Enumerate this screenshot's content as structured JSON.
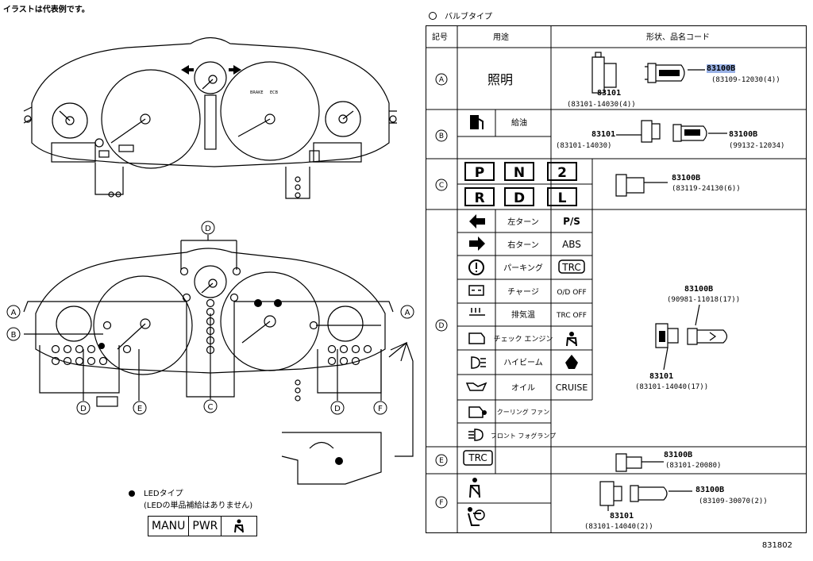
{
  "note": "イラストは代表例です。",
  "bulb_type": "バルブタイプ",
  "table": {
    "headers": {
      "mark": "記号",
      "use": "用途",
      "shape": "形状、品名コード"
    },
    "rows": {
      "A": {
        "label": "A",
        "use": "照明",
        "parts": [
          {
            "code": "83101",
            "sub": "(83101-14030(4))"
          },
          {
            "code": "83100B",
            "sub": "(83109-12030(4))"
          }
        ]
      },
      "B": {
        "label": "B",
        "use": "給油",
        "parts": [
          {
            "code": "83101",
            "sub": "(83101-14030)"
          },
          {
            "code": "83100B",
            "sub": "(99132-12034)"
          }
        ]
      },
      "C": {
        "label": "C",
        "letters": [
          "P",
          "N",
          "2",
          "R",
          "D",
          "L"
        ],
        "parts": [
          {
            "code": "83100B",
            "sub": "(83119-24130(6))"
          }
        ]
      },
      "D": {
        "label": "D",
        "left_uses": [
          "左ターン",
          "右ターン",
          "パーキング",
          "チャージ",
          "排気温",
          "チェック エンジン",
          "ハイビーム",
          "オイル",
          "クーリング ファン",
          "フロント フォグランプ"
        ],
        "right_labels": [
          "P/S",
          "ABS",
          "TRC",
          "O/D OFF",
          "TRC OFF",
          "",
          "",
          "CRUISE"
        ],
        "parts": [
          {
            "code": "83100B",
            "sub": "(90981-11018(17))"
          },
          {
            "code": "83101",
            "sub": "(83101-14040(17))"
          }
        ]
      },
      "E": {
        "label": "E",
        "badge": "TRC",
        "parts": [
          {
            "code": "83100B",
            "sub": "(83101-20080)"
          }
        ]
      },
      "F": {
        "label": "F",
        "parts": [
          {
            "code": "83100B",
            "sub": "(83109-30070(2))"
          },
          {
            "code": "83101",
            "sub": "(83101-14040(2))"
          }
        ]
      }
    }
  },
  "led": {
    "line1": "LEDタイプ",
    "line2": "(LEDの単品補給はありません)",
    "boxes": [
      "MANU",
      "PWR"
    ]
  },
  "callouts": [
    "A",
    "B",
    "C",
    "D",
    "E",
    "F"
  ],
  "ref": "831802"
}
